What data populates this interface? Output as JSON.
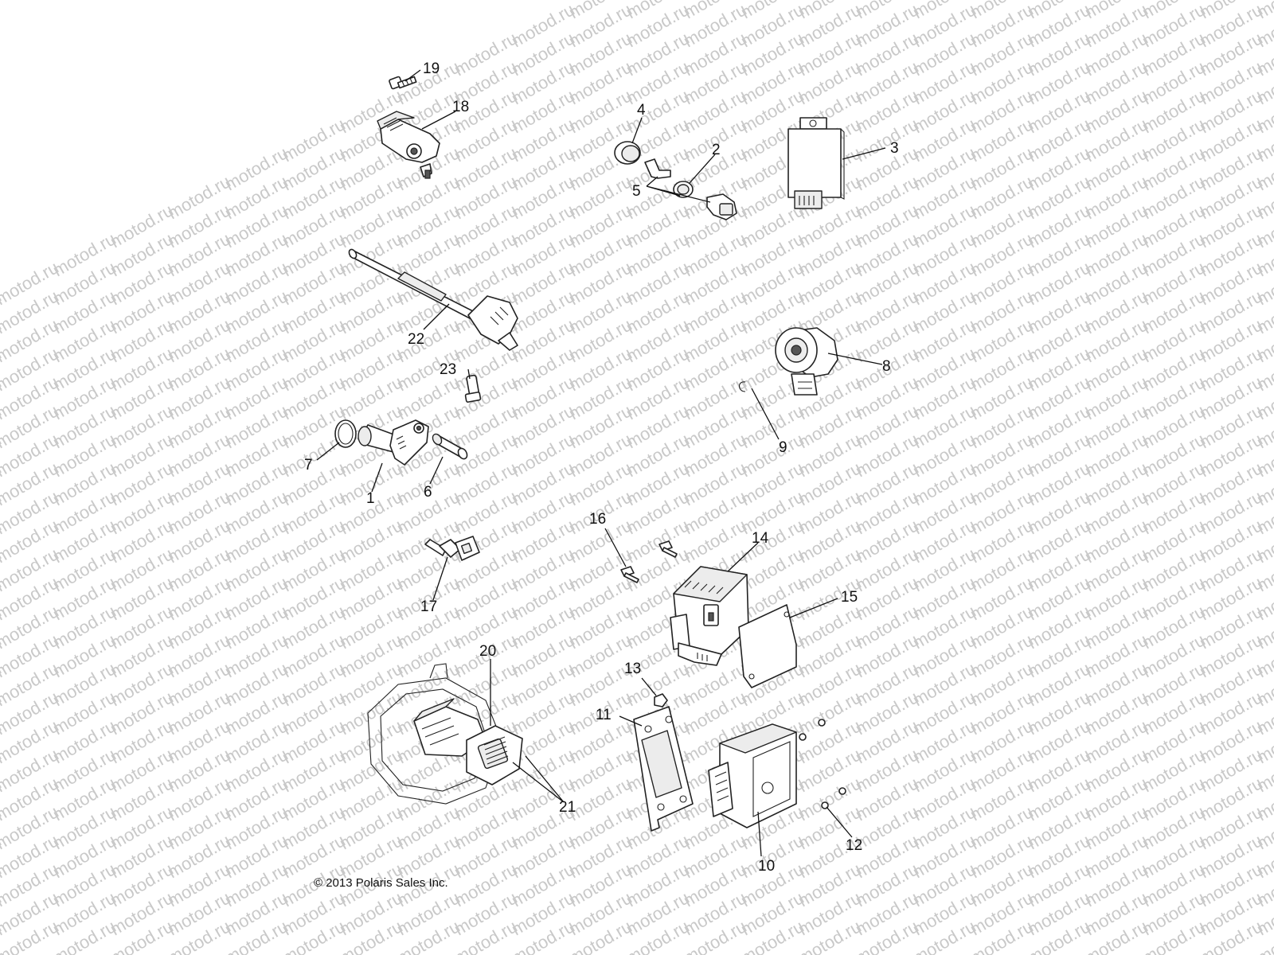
{
  "watermark": {
    "text": "motod.ru",
    "color": "#c9c9c9"
  },
  "copyright": "© 2013 Polaris Sales Inc.",
  "callouts": {
    "c1": "1",
    "c2": "2",
    "c3": "3",
    "c4": "4",
    "c5": "5",
    "c6": "6",
    "c7": "7",
    "c8": "8",
    "c9": "9",
    "c10": "10",
    "c11": "11",
    "c12": "12",
    "c13": "13",
    "c14": "14",
    "c15": "15",
    "c16": "16",
    "c17": "17",
    "c18": "18",
    "c19": "19",
    "c20": "20",
    "c21": "21",
    "c22": "22",
    "c23": "23"
  }
}
